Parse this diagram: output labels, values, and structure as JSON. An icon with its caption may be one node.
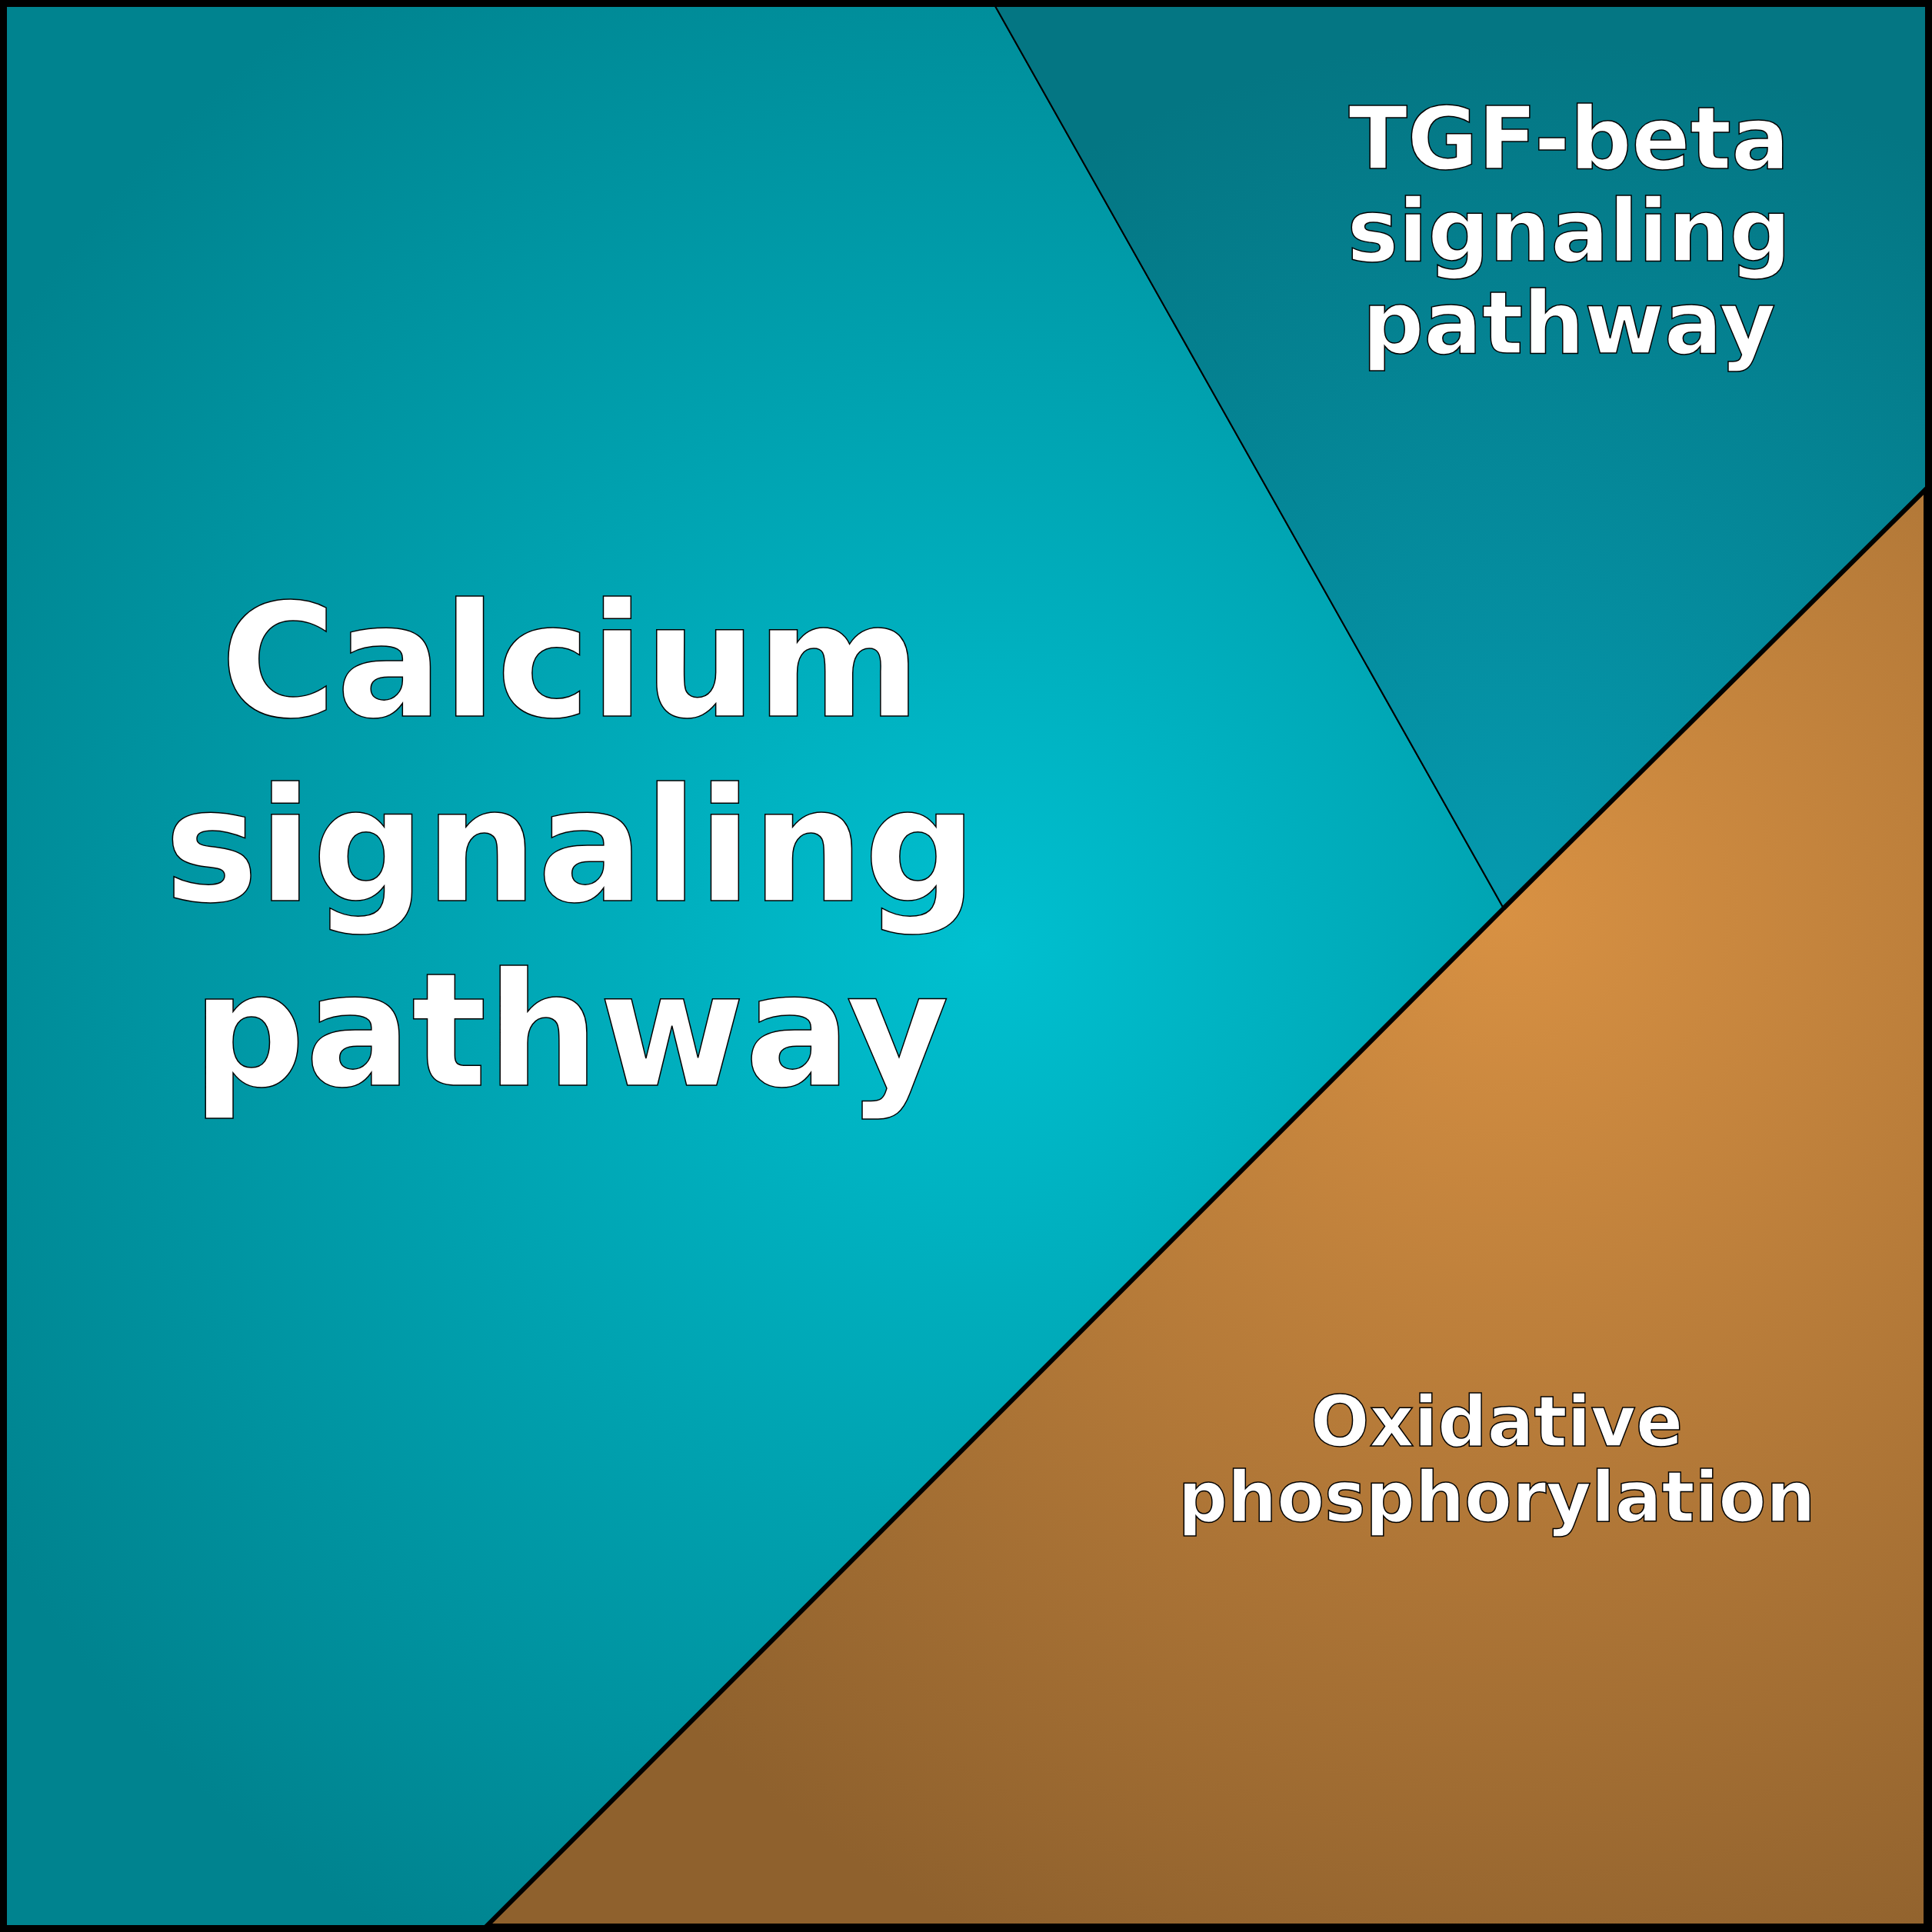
{
  "diagram": {
    "nodes": [
      {
        "text": [
          "Calcium signaling pathway"
        ]
      },
      {
        "text": [
          "TGF-beta signaling pathway"
        ]
      },
      {
        "text": [
          "Oxidative phosphorylation"
        ]
      }
    ]
  }
}
